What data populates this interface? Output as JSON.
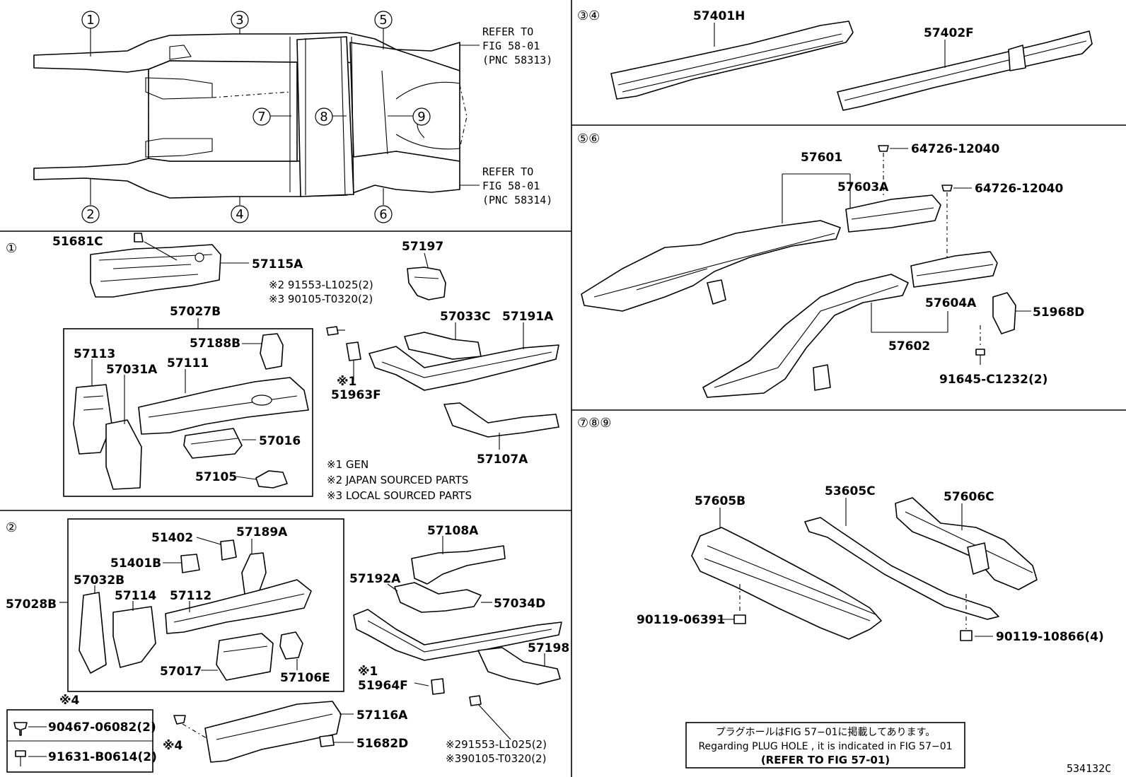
{
  "refs": {
    "fig_58_01_top": [
      "REFER TO",
      "FIG 58-01",
      "(PNC 58313)"
    ],
    "fig_58_01_bottom": [
      "REFER TO",
      "FIG 58-01",
      "(PNC 58314)"
    ]
  },
  "overview_markers": [
    "1",
    "2",
    "3",
    "4",
    "5",
    "6",
    "7",
    "8",
    "9"
  ],
  "section_headers": {
    "s1": "①",
    "s2": "②",
    "s34": "③④",
    "s56": "⑤⑥",
    "s789": "⑦⑧⑨"
  },
  "section1": {
    "p51681C": "51681C",
    "p57115A": "57115A",
    "p57197": "57197",
    "note_bolt_2": "※2 91553-L1025(2)",
    "note_bolt_3": "※3 90105-T0320(2)",
    "p57027B": "57027B",
    "p57188B": "57188B",
    "p57113": "57113",
    "p57031A": "57031A",
    "p57111": "57111",
    "p57016": "57016",
    "p57105": "57105",
    "p57033C": "57033C",
    "p57191A": "57191A",
    "mark1": "※1",
    "p51963F": "51963F",
    "p57107A": "57107A",
    "legend": [
      "※1 GEN",
      "※2 JAPAN SOURCED PARTS",
      "※3 LOCAL SOURCED PARTS"
    ]
  },
  "section2": {
    "p51402": "51402",
    "p57189A": "57189A",
    "p51401B": "51401B",
    "p57032B": "57032B",
    "p57114": "57114",
    "p57112": "57112",
    "p57028B": "57028B",
    "p57017": "57017",
    "p57106E": "57106E",
    "p57108A": "57108A",
    "p57192A": "57192A",
    "p57034D": "57034D",
    "p57198": "57198",
    "mark1": "※1",
    "p51964F": "51964F",
    "mark4": "※4",
    "p90467": "90467-06082(2)",
    "p91631": "91631-B0614(2)",
    "mark4b": "※4",
    "p57116A": "57116A",
    "p51682D": "51682D",
    "note_bolt_2": "※291553-L1025(2)",
    "note_bolt_3": "※390105-T0320(2)"
  },
  "section34": {
    "p57401H": "57401H",
    "p57402F": "57402F"
  },
  "section56": {
    "p57601": "57601",
    "p64726a": "64726-12040",
    "p64726b": "64726-12040",
    "p57603A": "57603A",
    "p57604A": "57604A",
    "p51968D": "51968D",
    "p57602": "57602",
    "p91645": "91645-C1232(2)"
  },
  "section789": {
    "p57605B": "57605B",
    "p53605C": "53605C",
    "p57606C": "57606C",
    "p90119a": "90119-06391",
    "p90119b": "90119-10866(4)"
  },
  "note_box": {
    "ja": "プラグホールはFIG 57−01に掲載してあります。",
    "en": "Regarding  PLUG HOLE , it is indicated in FIG  57−01",
    "refer": "(REFER TO FIG 57-01)"
  },
  "figure_code": "534132C"
}
